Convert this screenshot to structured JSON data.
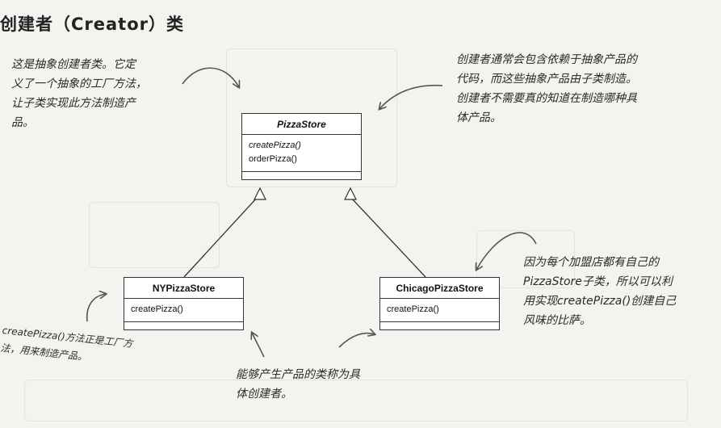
{
  "title": "创建者（Creator）类",
  "notes": {
    "top_left": [
      "这是抽象创建者类。它定",
      "义了一个抽象的工厂方法，",
      "让子类实现此方法制造产",
      "品。"
    ],
    "top_right": [
      "创建者通常会包含依赖于抽象产品的",
      "代码，而这些抽象产品由子类制造。",
      "创建者不需要真的知道在制造哪种具",
      "体产品。"
    ],
    "right": [
      "因为每个加盟店都有自己的",
      "PizzaStore子类，所以可以利",
      "用实现createPizza()创建自己",
      "风味的比萨。"
    ],
    "bottom_left": [
      "createPizza()方法正是工厂方",
      "法，用来制造产品。"
    ],
    "bottom_center": [
      "能够产生产品的类称为具",
      "体创建者。"
    ]
  },
  "classes": {
    "pizza_store": {
      "name": "PizzaStore",
      "methods": [
        "createPizza()",
        "orderPizza()"
      ]
    },
    "ny_pizza_store": {
      "name": "NYPizzaStore",
      "methods": [
        "createPizza()"
      ]
    },
    "chicago_pizza_store": {
      "name": "ChicagoPizzaStore",
      "methods": [
        "createPizza()"
      ]
    }
  },
  "colors": {
    "background": "#f4f3f0",
    "lines": "#333333",
    "arrows": "#555555"
  }
}
